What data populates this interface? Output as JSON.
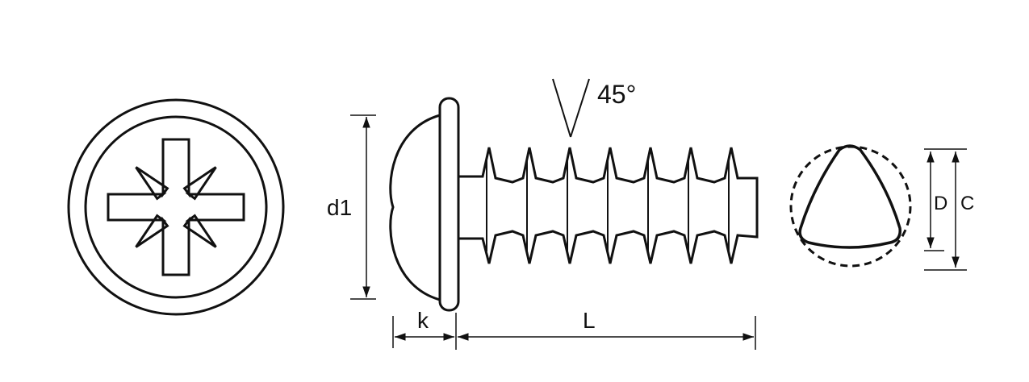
{
  "diagram": {
    "angle_label": "45°",
    "dimensions": {
      "head_diameter": "d1",
      "head_height": "k",
      "length": "L",
      "core_diameter": "D",
      "circumscribed_diameter": "C"
    },
    "views": [
      "head-top-view",
      "screw-side-view",
      "thread-cross-section-view"
    ],
    "colors": {
      "line": "#111111",
      "background": "#ffffff"
    }
  }
}
